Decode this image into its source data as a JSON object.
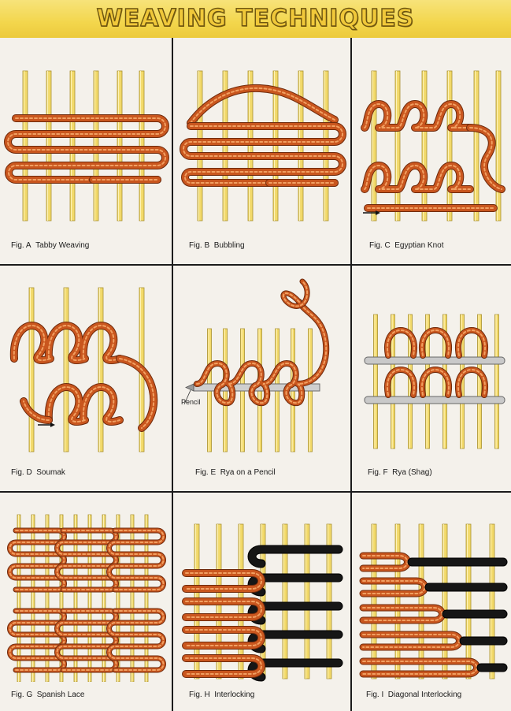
{
  "title": "WEAVING TECHNIQUES",
  "colors": {
    "banner": "#f3d64c",
    "warp": "#f2d96a",
    "weft": "#c9561e",
    "weft_dark": "#6e2a0c",
    "black_yarn": "#161616",
    "pencil": "#c9c9c9"
  },
  "figures": [
    {
      "label": "Fig. A",
      "name": "Tabby Weaving"
    },
    {
      "label": "Fig. B",
      "name": "Bubbling"
    },
    {
      "label": "Fig. C",
      "name": "Egyptian Knot"
    },
    {
      "label": "Fig. D",
      "name": "Soumak"
    },
    {
      "label": "Fig. E",
      "name": "Rya on a Pencil",
      "extra_label": "Pencil"
    },
    {
      "label": "Fig. F",
      "name": "Rya (Shag)"
    },
    {
      "label": "Fig. G",
      "name": "Spanish Lace"
    },
    {
      "label": "Fig. H",
      "name": "Interlocking"
    },
    {
      "label": "Fig. I",
      "name": "Diagonal Interlocking"
    }
  ]
}
